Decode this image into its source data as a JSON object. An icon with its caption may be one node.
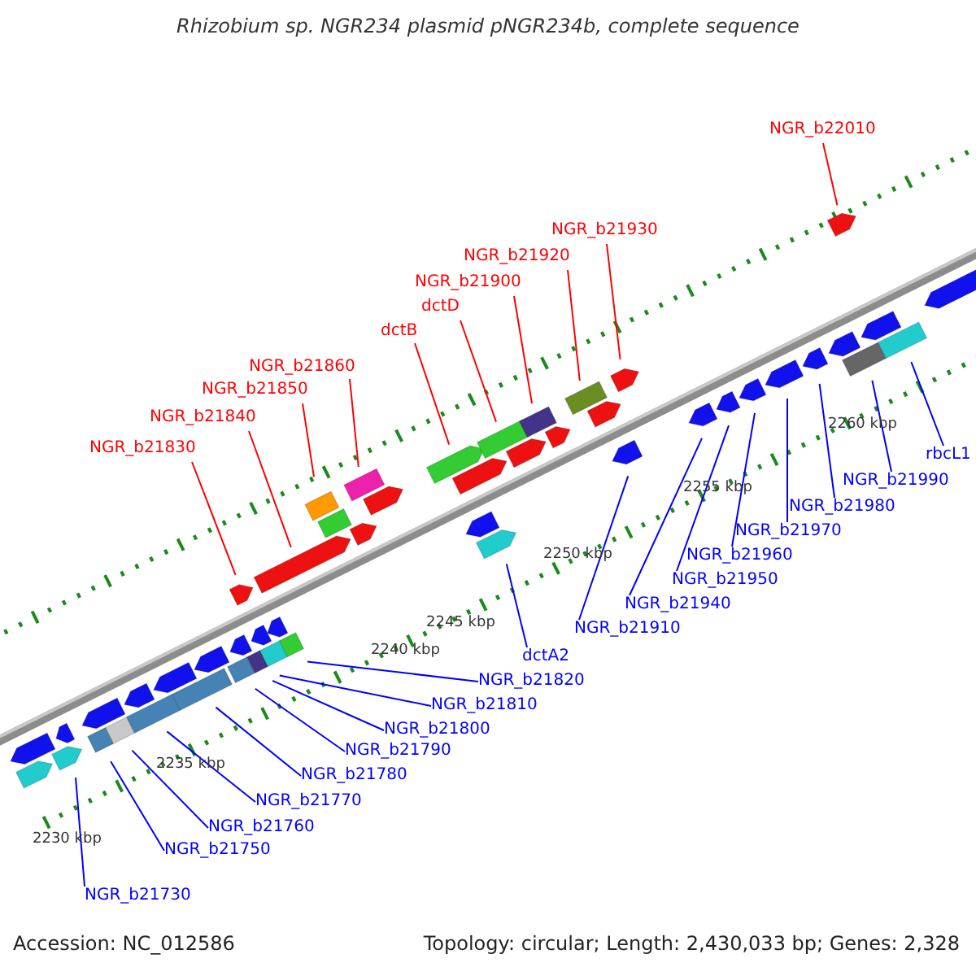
{
  "diagram": {
    "title": "Rhizobium sp. NGR234 plasmid pNGR234b, complete sequence",
    "nodes": [
      {
        "text": [
          "NGR_b22010"
        ]
      },
      {
        "text": [
          "NGR_b21930"
        ]
      },
      {
        "text": [
          "NGR_b21920"
        ]
      },
      {
        "text": [
          "NGR_b21900"
        ]
      },
      {
        "text": [
          "dctD"
        ]
      },
      {
        "text": [
          "dctB"
        ]
      },
      {
        "text": [
          "NGR_b21860"
        ]
      },
      {
        "text": [
          "NGR_b21850"
        ]
      },
      {
        "text": [
          "NGR_b21840"
        ]
      },
      {
        "text": [
          "NGR_b21830"
        ]
      },
      {
        "text": [
          "rbcL1"
        ]
      },
      {
        "text": [
          "NGR_b21990"
        ]
      },
      {
        "text": [
          "NGR_b21980"
        ]
      },
      {
        "text": [
          "NGR_b21970"
        ]
      },
      {
        "text": [
          "NGR_b21960"
        ]
      },
      {
        "text": [
          "NGR_b21950"
        ]
      },
      {
        "text": [
          "NGR_b21940"
        ]
      },
      {
        "text": [
          "NGR_b21910"
        ]
      },
      {
        "text": [
          "dctA2"
        ]
      },
      {
        "text": [
          "NGR_b21820"
        ]
      },
      {
        "text": [
          "NGR_b21810"
        ]
      },
      {
        "text": [
          "NGR_b21800"
        ]
      },
      {
        "text": [
          "NGR_b21790"
        ]
      },
      {
        "text": [
          "NGR_b21780"
        ]
      },
      {
        "text": [
          "NGR_b21770"
        ]
      },
      {
        "text": [
          "NGR_b21760"
        ]
      },
      {
        "text": [
          "NGR_b21750"
        ]
      },
      {
        "text": [
          "NGR_b21730"
        ]
      }
    ],
    "edges": [
      {
        "from": 0,
        "to": null,
        "arrow": "none",
        "color": "#ff0000"
      },
      {
        "from": 1,
        "to": null,
        "arrow": "none",
        "color": "#ff0000"
      },
      {
        "from": 2,
        "to": null,
        "arrow": "none",
        "color": "#ff0000"
      },
      {
        "from": 3,
        "to": null,
        "arrow": "none",
        "color": "#ff0000"
      },
      {
        "from": 4,
        "to": null,
        "arrow": "none",
        "color": "#ff0000"
      },
      {
        "from": 5,
        "to": null,
        "arrow": "none",
        "color": "#ff0000"
      },
      {
        "from": 6,
        "to": null,
        "arrow": "none",
        "color": "#ff0000"
      },
      {
        "from": 7,
        "to": null,
        "arrow": "none",
        "color": "#ff0000"
      },
      {
        "from": 8,
        "to": null,
        "arrow": "none",
        "color": "#ff0000"
      },
      {
        "from": 9,
        "to": null,
        "arrow": "none",
        "color": "#ff0000"
      },
      {
        "from": 10,
        "to": null,
        "arrow": "none",
        "color": "#0000ff"
      },
      {
        "from": 11,
        "to": null,
        "arrow": "none",
        "color": "#0000ff"
      },
      {
        "from": 12,
        "to": null,
        "arrow": "none",
        "color": "#0000ff"
      },
      {
        "from": 13,
        "to": null,
        "arrow": "none",
        "color": "#0000ff"
      },
      {
        "from": 14,
        "to": null,
        "arrow": "none",
        "color": "#0000ff"
      },
      {
        "from": 15,
        "to": null,
        "arrow": "none",
        "color": "#0000ff"
      },
      {
        "from": 16,
        "to": null,
        "arrow": "none",
        "color": "#0000ff"
      },
      {
        "from": 17,
        "to": null,
        "arrow": "none",
        "color": "#0000ff"
      },
      {
        "from": 18,
        "to": null,
        "arrow": "none",
        "color": "#0000ff"
      },
      {
        "from": 19,
        "to": null,
        "arrow": "none",
        "color": "#0000ff"
      },
      {
        "from": 20,
        "to": null,
        "arrow": "none",
        "color": "#0000ff"
      },
      {
        "from": 21,
        "to": null,
        "arrow": "none",
        "color": "#0000ff"
      },
      {
        "from": 22,
        "to": null,
        "arrow": "none",
        "color": "#0000ff"
      },
      {
        "from": 23,
        "to": null,
        "arrow": "none",
        "color": "#0000ff"
      },
      {
        "from": 24,
        "to": null,
        "arrow": "none",
        "color": "#0000ff"
      },
      {
        "from": 25,
        "to": null,
        "arrow": "none",
        "color": "#0000ff"
      },
      {
        "from": 26,
        "to": null,
        "arrow": "none",
        "color": "#0000ff"
      },
      {
        "from": 27,
        "to": null,
        "arrow": "none",
        "color": "#0000ff"
      }
    ],
    "labels": [
      "2260 kbp",
      "2255 kbp",
      "2250 kbp",
      "2245 kbp",
      "2240 kbp",
      "2235 kbp",
      "2230 kbp",
      "Accession: NC_012586",
      "Topology: circular; Length: 2,430,033 bp; Genes: 2,328"
    ]
  }
}
